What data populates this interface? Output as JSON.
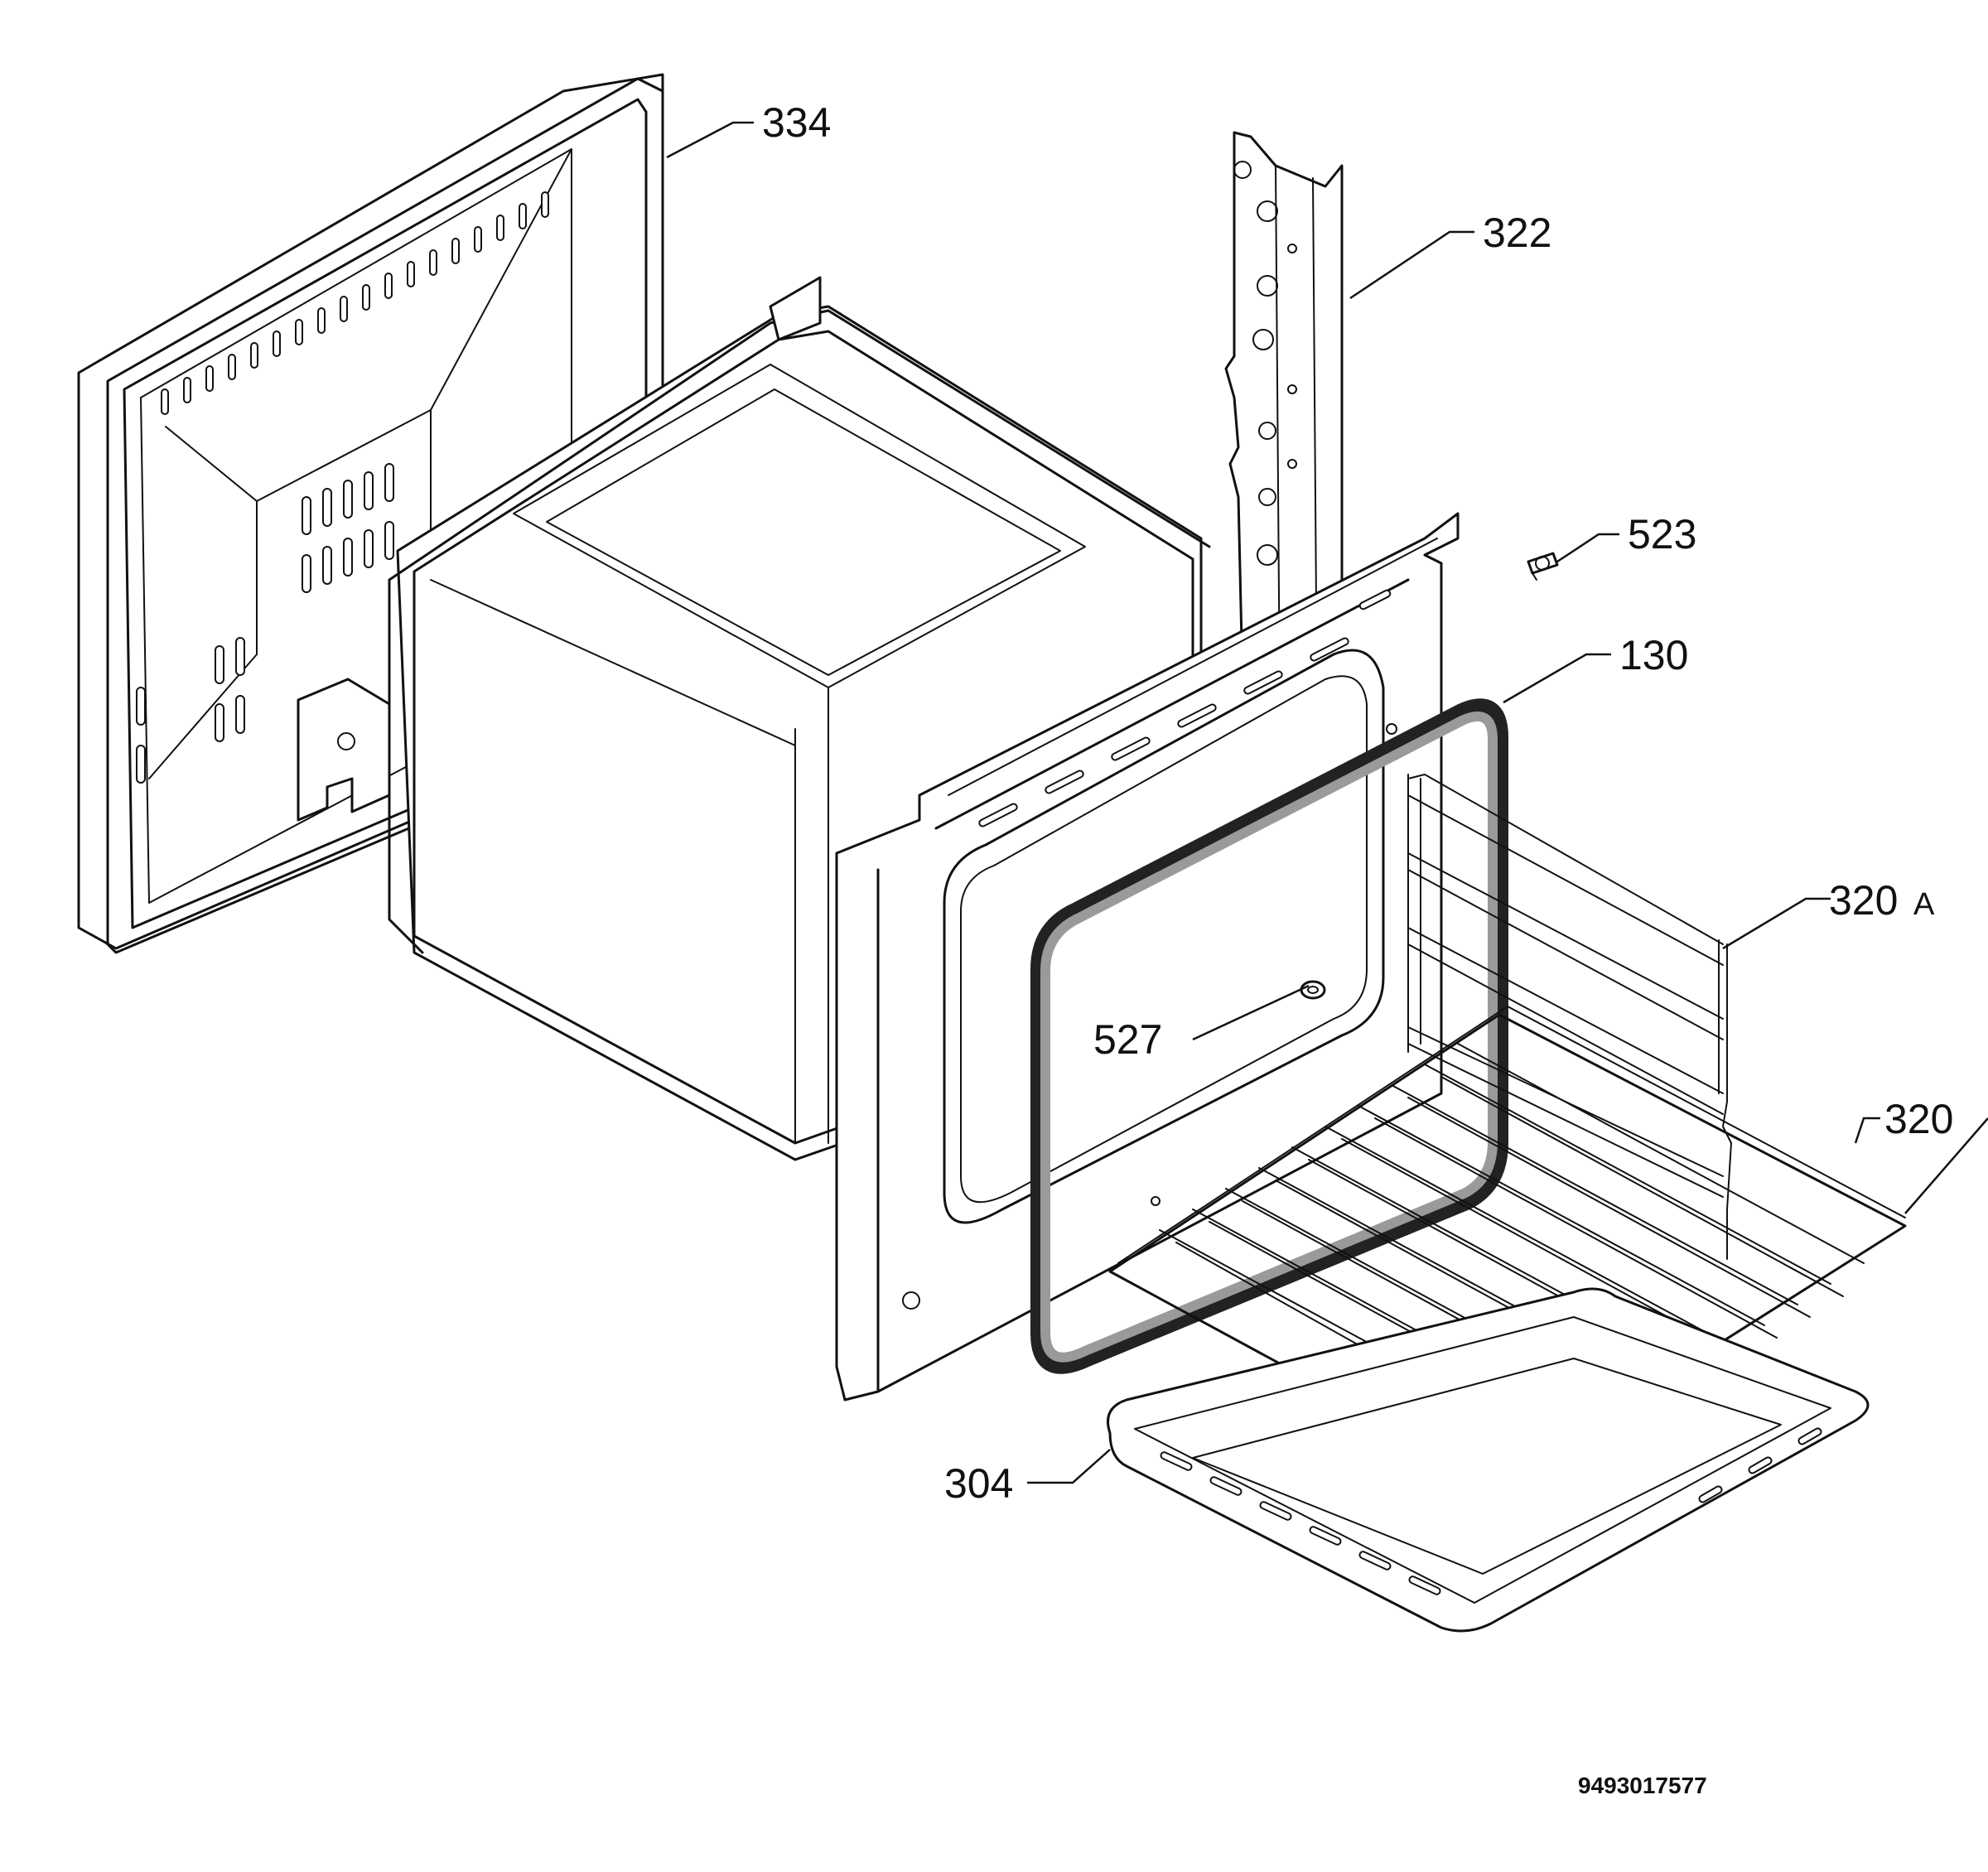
{
  "diagram": {
    "callouts": [
      {
        "id": "334",
        "label": "334"
      },
      {
        "id": "322",
        "label": "322"
      },
      {
        "id": "523",
        "label": "523"
      },
      {
        "id": "130",
        "label": "130"
      },
      {
        "id": "320A",
        "label": "320",
        "suffix": "A"
      },
      {
        "id": "527",
        "label": "527"
      },
      {
        "id": "320",
        "label": "320"
      },
      {
        "id": "304",
        "label": "304"
      }
    ],
    "document_number": "9493017577"
  }
}
